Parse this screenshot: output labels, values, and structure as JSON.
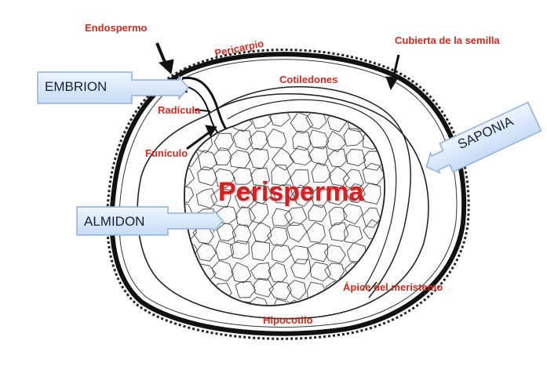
{
  "labels": {
    "endospermo": "Endospermo",
    "pericarpio": "Pericarpio",
    "cubierta": "Cubierta de la semilla",
    "cotiledones": "Cotiledones",
    "radicula": "Radícula",
    "funiculo": "Funículo",
    "perisperma": "Perisperma",
    "apice": "Ápice del meristemo",
    "hipocotilo": "Hipocotilo"
  },
  "callouts": {
    "embrion": "EMBRION",
    "almidon": "ALMIDON",
    "saponia": "SAPONIA"
  },
  "colors": {
    "label_red": "#d42a1e",
    "callout_fill": "#d6e6fb",
    "callout_stroke": "#8fb0dd",
    "ink": "#1a1a1a"
  }
}
